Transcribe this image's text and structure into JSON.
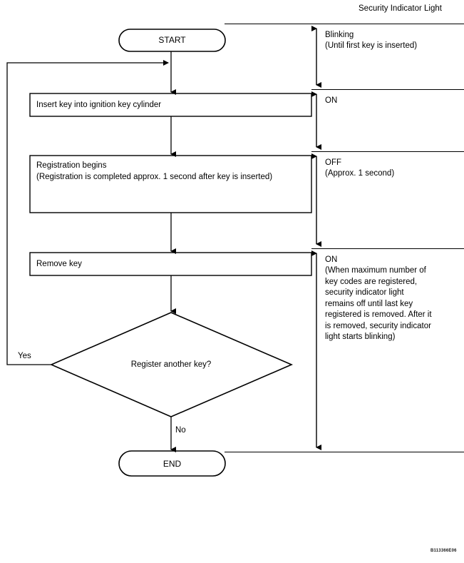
{
  "figure": {
    "code": "B113366E06",
    "right_column_title": "Security Indicator Light"
  },
  "flowchart": {
    "start_label": "START",
    "end_label": "END",
    "steps": [
      {
        "text": "Insert key into ignition key cylinder"
      },
      {
        "text": "Registration begins\n(Registration is completed approx. 1 second after key is inserted)"
      },
      {
        "text": "Remove key"
      }
    ],
    "decision": {
      "text": "Register another key?",
      "yes_label": "Yes",
      "no_label": "No"
    }
  },
  "indicator_phases": [
    {
      "state": "Blinking",
      "note": "(Until first key is inserted)"
    },
    {
      "state": "ON",
      "note": ""
    },
    {
      "state": "OFF",
      "note": "(Approx. 1 second)"
    },
    {
      "state": "ON",
      "note": "(When maximum number of\nkey codes are registered,\nsecurity indicator light\nremains off until last key\nregistered is removed. After it\nis removed, security indicator\nlight starts blinking)"
    }
  ]
}
